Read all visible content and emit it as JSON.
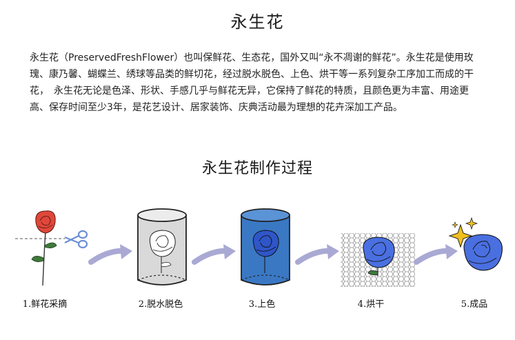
{
  "header": {
    "title": "永生花"
  },
  "intro": {
    "paragraph": "永生花（PreservedFreshFlower）也叫保鲜花、生态花，国外又叫“永不凋谢的鲜花”。永生花是使用玫瑰、康乃馨、蝴蝶兰、绣球等品类的鲜切花，经过脱水脱色、上色、烘干等一系列复杂工序加工而成的干花，　永生花无论是色泽、形状、手感几乎与鲜花无异，它保持了鲜花的特质，且颜色更为丰富、用途更高、保存时间至少3年，是花艺设计、居家装饰、庆典活动最为理想的花卉深加工产品。"
  },
  "process": {
    "title": "永生花制作过程",
    "steps": [
      {
        "label": "1.鲜花采摘",
        "icon": "rose-with-scissors-icon"
      },
      {
        "label": "2.脱水脱色",
        "icon": "white-rose-in-cylinder-icon"
      },
      {
        "label": "3.上色",
        "icon": "dyed-rose-in-cylinder-icon"
      },
      {
        "label": "4.烘干",
        "icon": "rose-on-drying-mesh-icon"
      },
      {
        "label": "5.成品",
        "icon": "finished-blue-rose-icon"
      }
    ]
  },
  "colors": {
    "arrow": "#a9a9d4",
    "red_rose": "#e0473b",
    "blue_dye": "#3a78c4",
    "blue_rose": "#4a6fe0",
    "sparkle": "#f0c020",
    "scissors": "#6a8fd6"
  }
}
